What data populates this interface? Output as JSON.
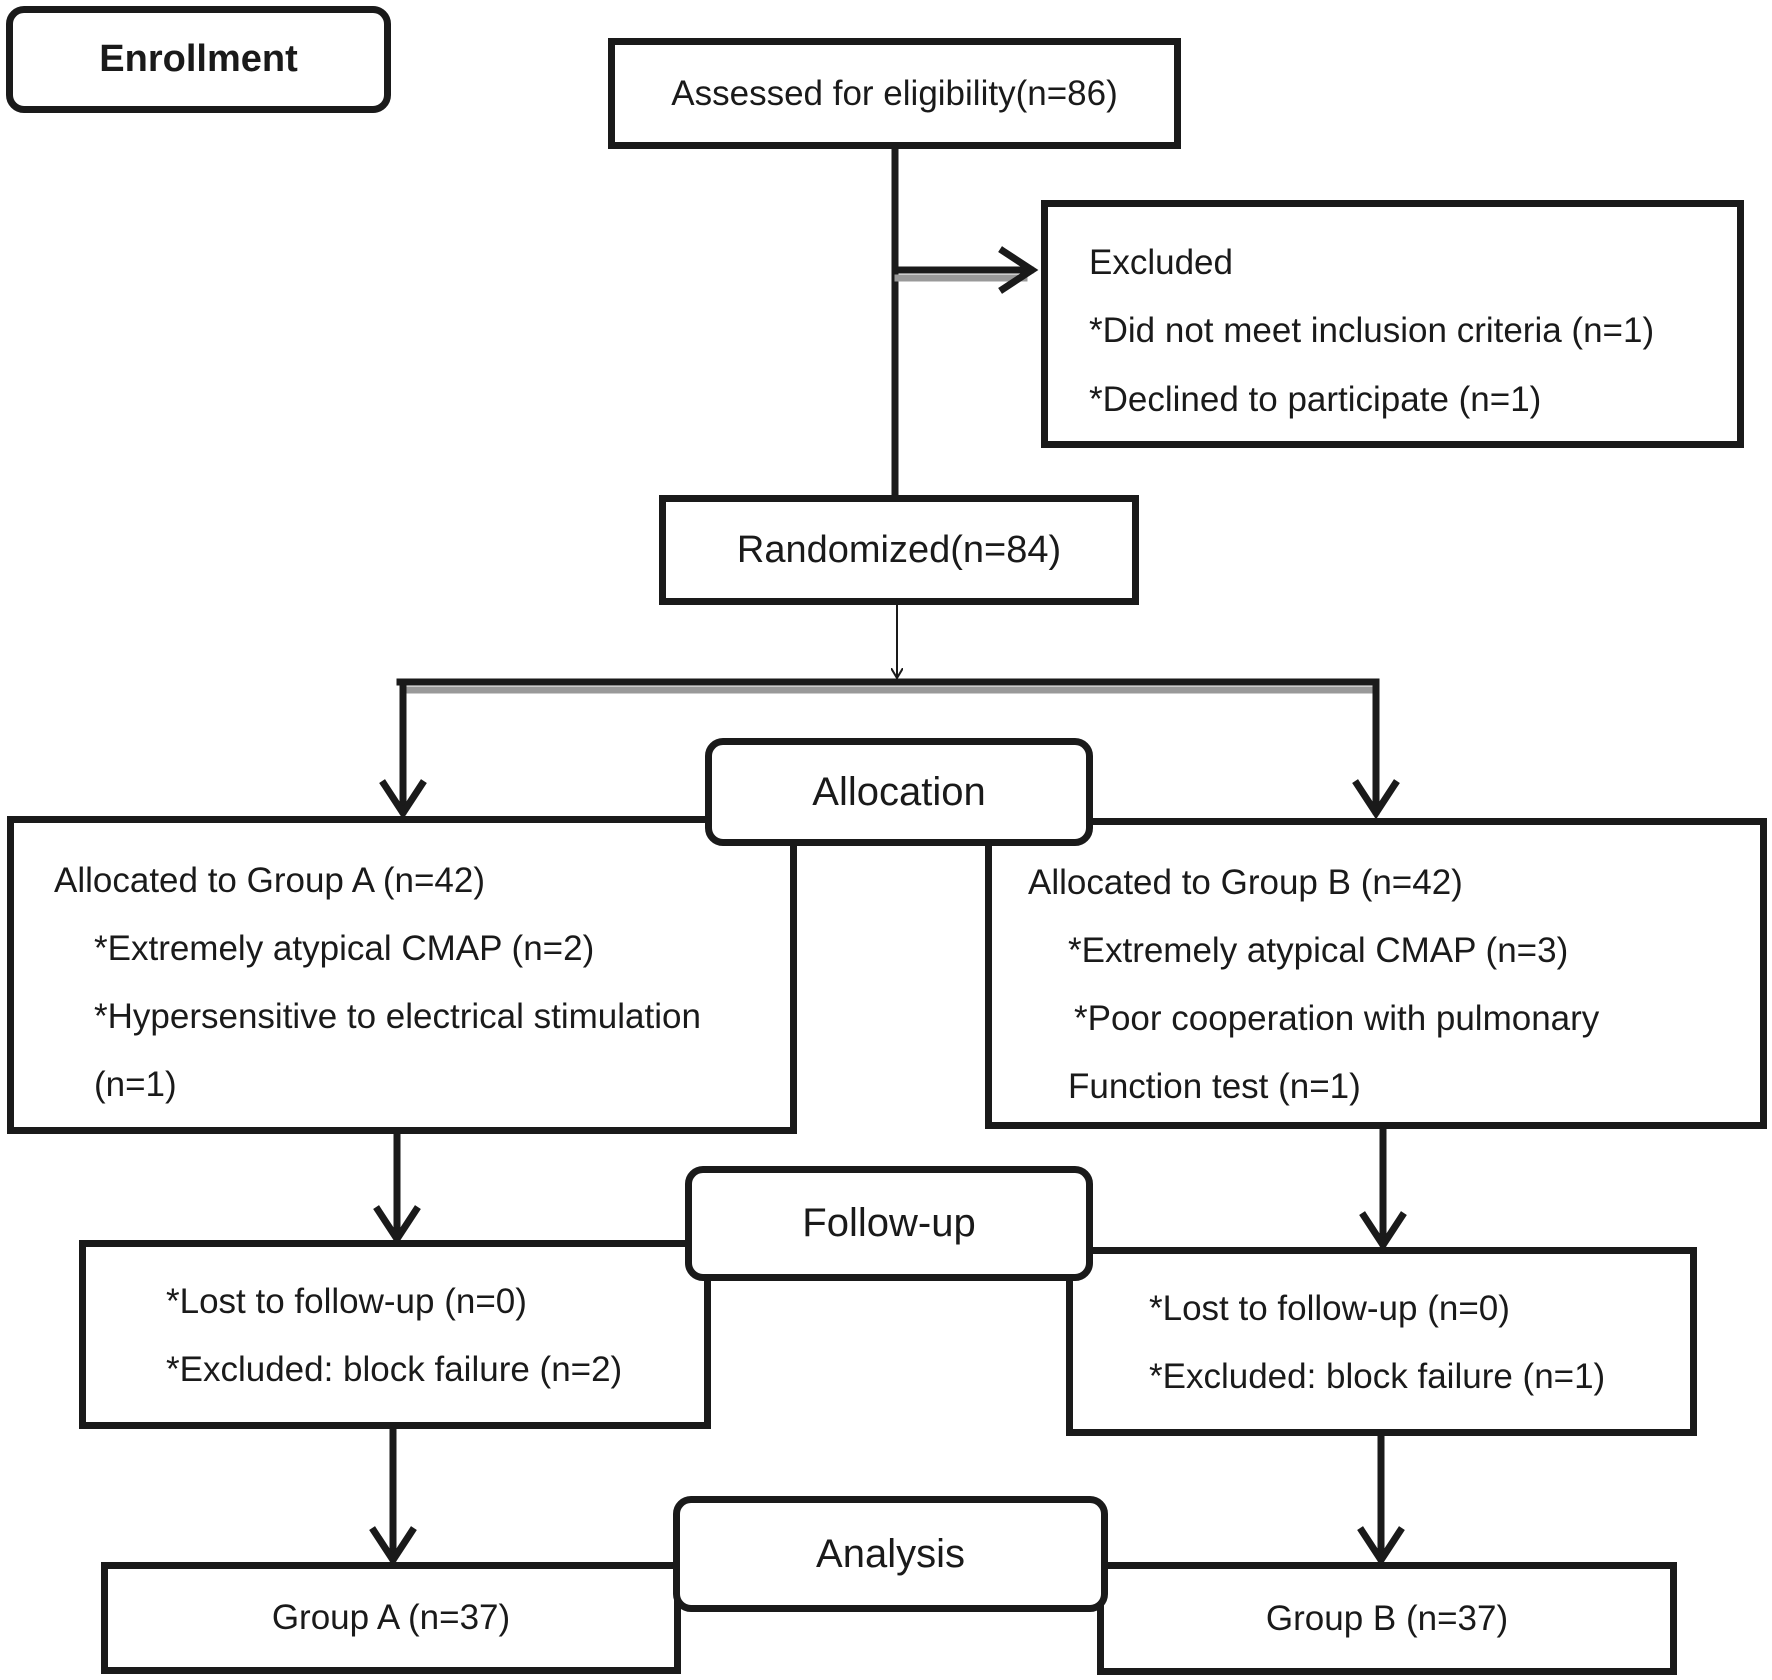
{
  "stages": {
    "enrollment": "Enrollment",
    "allocation": "Allocation",
    "follow_up": "Follow-up",
    "analysis": "Analysis"
  },
  "assessed": "Assessed for eligibility(n=86)",
  "excluded": {
    "title": "Excluded",
    "items": [
      "*Did not meet inclusion criteria (n=1)",
      "*Declined to participate (n=1)"
    ]
  },
  "randomized": "Randomized(n=84)",
  "group_a": {
    "allocated": "Allocated to Group A (n=42)",
    "exclusions": [
      "*Extremely atypical CMAP (n=2)",
      "*Hypersensitive to electrical stimulation",
      "(n=1)"
    ],
    "follow_up": [
      "*Lost to follow-up (n=0)",
      "*Excluded: block failure (n=2)"
    ],
    "analysis": "Group A (n=37)"
  },
  "group_b": {
    "allocated": "Allocated to Group B (n=42)",
    "exclusions": [
      "*Extremely atypical CMAP (n=3)",
      "*Poor cooperation with pulmonary",
      "Function test (n=1)"
    ],
    "follow_up": [
      "*Lost to follow-up (n=0)",
      "*Excluded: block failure (n=1)"
    ],
    "analysis": "Group B (n=37)"
  },
  "colors": {
    "line": "#1a1a1a",
    "shadow": "#999999",
    "background": "#ffffff"
  }
}
